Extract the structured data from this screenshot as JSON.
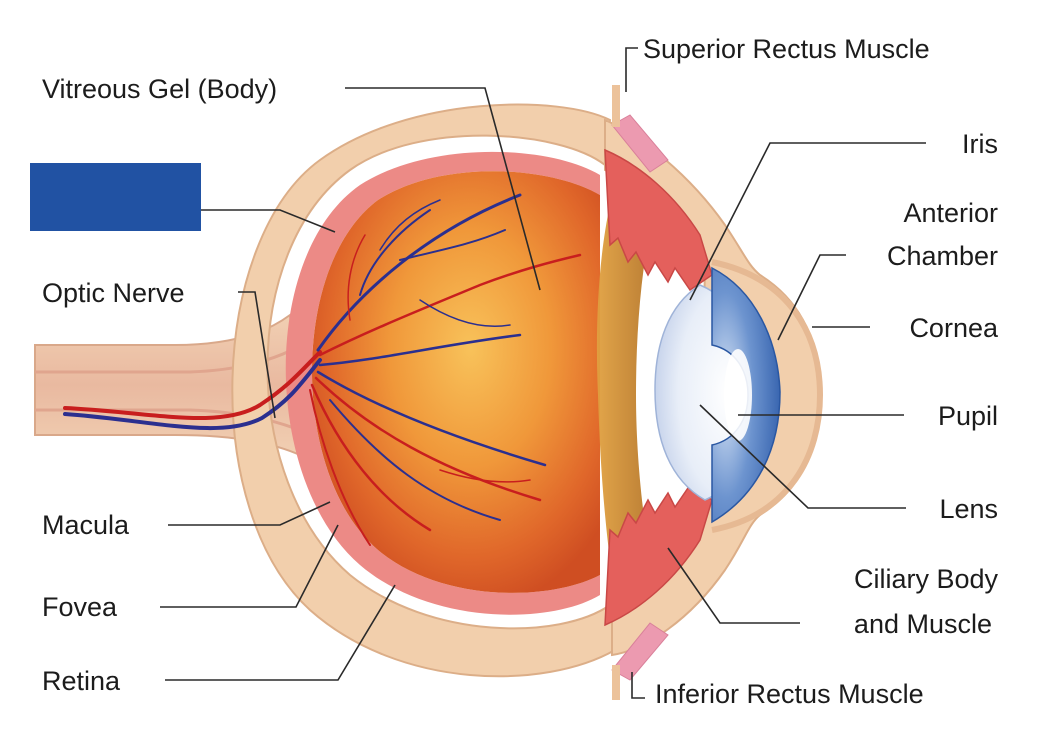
{
  "diagram": {
    "labels": {
      "vitreous": "Vitreous Gel (Body)",
      "optic_nerve": "Optic Nerve",
      "macula": "Macula",
      "fovea": "Fovea",
      "retina": "Retina",
      "superior_rectus": "Superior Rectus Muscle",
      "iris": "Iris",
      "anterior_1": "Anterior",
      "anterior_2": "Chamber",
      "cornea": "Cornea",
      "pupil": "Pupil",
      "lens": "Lens",
      "ciliary_1": "Ciliary Body",
      "ciliary_2": "and Muscle",
      "inferior_rectus": "Inferior Rectus Muscle"
    },
    "redaction_color": "#2152a3"
  }
}
